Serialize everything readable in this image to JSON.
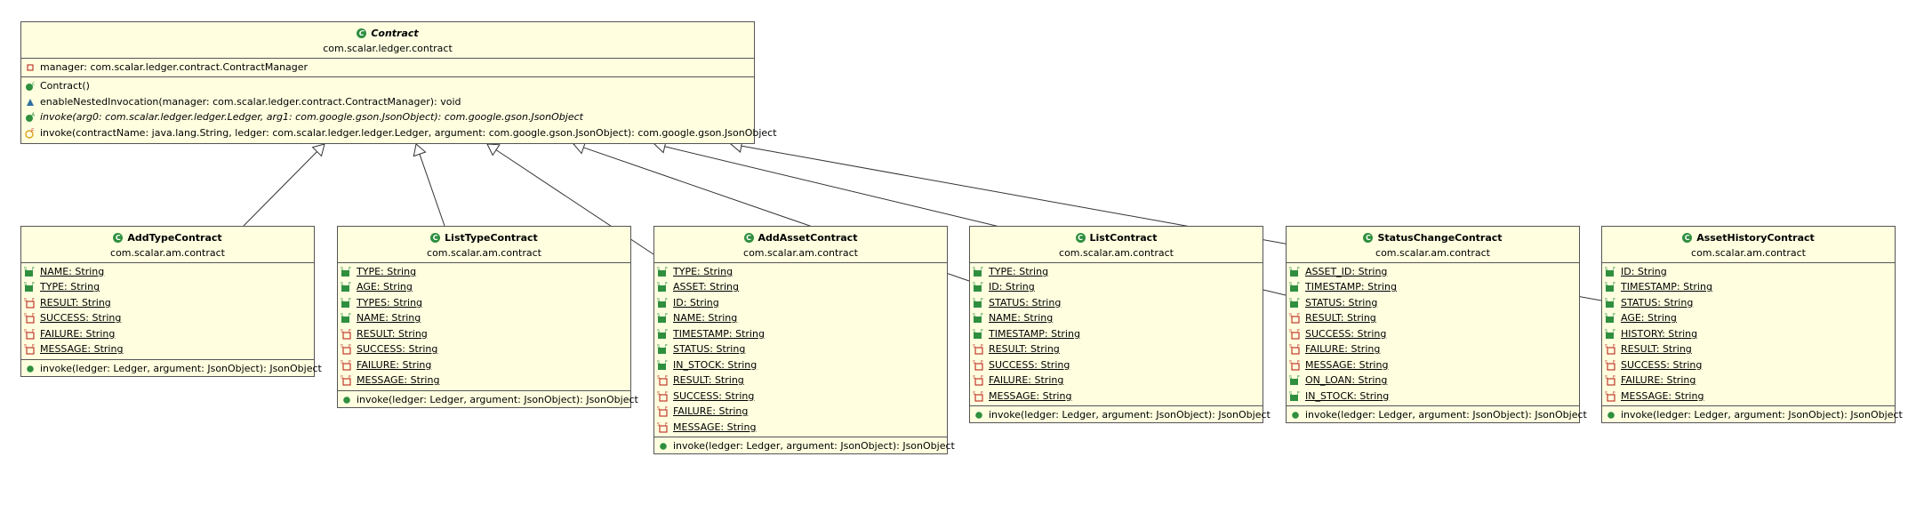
{
  "classes": {
    "contract": {
      "name": "Contract",
      "package": "com.scalar.ledger.contract",
      "fields": [
        {
          "text": "manager: com.scalar.ledger.contract.ContractManager",
          "icon": "private-field-icon"
        }
      ],
      "methods": [
        {
          "text": "Contract()",
          "icon": "constructor-icon"
        },
        {
          "text": "enableNestedInvocation(manager: com.scalar.ledger.contract.ContractManager): void",
          "icon": "protected-method-icon"
        },
        {
          "text": "invoke(arg0: com.scalar.ledger.ledger.Ledger, arg1: com.google.gson.JsonObject): com.google.gson.JsonObject",
          "icon": "abstract-method-icon"
        },
        {
          "text": "invoke(contractName: java.lang.String, ledger: com.scalar.ledger.ledger.Ledger, argument: com.google.gson.JsonObject): com.google.gson.JsonObject",
          "icon": "final-method-icon"
        }
      ]
    },
    "add_type_contract": {
      "name": "AddTypeContract",
      "package": "com.scalar.am.contract",
      "fields": [
        {
          "text": "NAME: String",
          "icon": "public-static-final-field-icon"
        },
        {
          "text": "TYPE: String",
          "icon": "public-static-final-field-icon"
        },
        {
          "text": "RESULT: String",
          "icon": "static-final-field-icon"
        },
        {
          "text": "SUCCESS: String",
          "icon": "static-final-field-icon"
        },
        {
          "text": "FAILURE: String",
          "icon": "static-final-field-icon"
        },
        {
          "text": "MESSAGE: String",
          "icon": "static-final-field-icon"
        }
      ],
      "methods": [
        {
          "text": "invoke(ledger: Ledger, argument: JsonObject): JsonObject",
          "icon": "public-method-icon"
        }
      ]
    },
    "list_type_contract": {
      "name": "ListTypeContract",
      "package": "com.scalar.am.contract",
      "fields": [
        {
          "text": "TYPE: String",
          "icon": "public-static-final-field-icon"
        },
        {
          "text": "AGE: String",
          "icon": "public-static-final-field-icon"
        },
        {
          "text": "TYPES: String",
          "icon": "public-static-final-field-icon"
        },
        {
          "text": "NAME: String",
          "icon": "public-static-final-field-icon"
        },
        {
          "text": "RESULT: String",
          "icon": "static-final-field-icon"
        },
        {
          "text": "SUCCESS: String",
          "icon": "static-final-field-icon"
        },
        {
          "text": "FAILURE: String",
          "icon": "static-final-field-icon"
        },
        {
          "text": "MESSAGE: String",
          "icon": "static-final-field-icon"
        }
      ],
      "methods": [
        {
          "text": "invoke(ledger: Ledger, argument: JsonObject): JsonObject",
          "icon": "public-method-icon"
        }
      ]
    },
    "add_asset_contract": {
      "name": "AddAssetContract",
      "package": "com.scalar.am.contract",
      "fields": [
        {
          "text": "TYPE: String",
          "icon": "public-static-final-field-icon"
        },
        {
          "text": "ASSET: String",
          "icon": "public-static-final-field-icon"
        },
        {
          "text": "ID: String",
          "icon": "public-static-final-field-icon"
        },
        {
          "text": "NAME: String",
          "icon": "public-static-final-field-icon"
        },
        {
          "text": "TIMESTAMP: String",
          "icon": "public-static-final-field-icon"
        },
        {
          "text": "STATUS: String",
          "icon": "public-static-final-field-icon"
        },
        {
          "text": "IN_STOCK: String",
          "icon": "public-static-final-field-icon"
        },
        {
          "text": "RESULT: String",
          "icon": "static-final-field-icon"
        },
        {
          "text": "SUCCESS: String",
          "icon": "static-final-field-icon"
        },
        {
          "text": "FAILURE: String",
          "icon": "static-final-field-icon"
        },
        {
          "text": "MESSAGE: String",
          "icon": "static-final-field-icon"
        }
      ],
      "methods": [
        {
          "text": "invoke(ledger: Ledger, argument: JsonObject): JsonObject",
          "icon": "public-method-icon"
        }
      ]
    },
    "list_contract": {
      "name": "ListContract",
      "package": "com.scalar.am.contract",
      "fields": [
        {
          "text": "TYPE: String",
          "icon": "public-static-final-field-icon"
        },
        {
          "text": "ID: String",
          "icon": "public-static-final-field-icon"
        },
        {
          "text": "STATUS: String",
          "icon": "public-static-final-field-icon"
        },
        {
          "text": "NAME: String",
          "icon": "public-static-final-field-icon"
        },
        {
          "text": "TIMESTAMP: String",
          "icon": "public-static-final-field-icon"
        },
        {
          "text": "RESULT: String",
          "icon": "static-final-field-icon"
        },
        {
          "text": "SUCCESS: String",
          "icon": "static-final-field-icon"
        },
        {
          "text": "FAILURE: String",
          "icon": "static-final-field-icon"
        },
        {
          "text": "MESSAGE: String",
          "icon": "static-final-field-icon"
        }
      ],
      "methods": [
        {
          "text": "invoke(ledger: Ledger, argument: JsonObject): JsonObject",
          "icon": "public-method-icon"
        }
      ]
    },
    "status_change_contract": {
      "name": "StatusChangeContract",
      "package": "com.scalar.am.contract",
      "fields": [
        {
          "text": "ASSET_ID: String",
          "icon": "public-static-final-field-icon"
        },
        {
          "text": "TIMESTAMP: String",
          "icon": "public-static-final-field-icon"
        },
        {
          "text": "STATUS: String",
          "icon": "public-static-final-field-icon"
        },
        {
          "text": "RESULT: String",
          "icon": "static-final-field-icon"
        },
        {
          "text": "SUCCESS: String",
          "icon": "static-final-field-icon"
        },
        {
          "text": "FAILURE: String",
          "icon": "static-final-field-icon"
        },
        {
          "text": "MESSAGE: String",
          "icon": "static-final-field-icon"
        },
        {
          "text": "ON_LOAN: String",
          "icon": "public-static-final-field-icon"
        },
        {
          "text": "IN_STOCK: String",
          "icon": "public-static-final-field-icon"
        }
      ],
      "methods": [
        {
          "text": "invoke(ledger: Ledger, argument: JsonObject): JsonObject",
          "icon": "public-method-icon"
        }
      ]
    },
    "asset_history_contract": {
      "name": "AssetHistoryContract",
      "package": "com.scalar.am.contract",
      "fields": [
        {
          "text": "ID: String",
          "icon": "public-static-final-field-icon"
        },
        {
          "text": "TIMESTAMP: String",
          "icon": "public-static-final-field-icon"
        },
        {
          "text": "STATUS: String",
          "icon": "public-static-final-field-icon"
        },
        {
          "text": "AGE: String",
          "icon": "public-static-final-field-icon"
        },
        {
          "text": "HISTORY: String",
          "icon": "public-static-final-field-icon"
        },
        {
          "text": "RESULT: String",
          "icon": "static-final-field-icon"
        },
        {
          "text": "SUCCESS: String",
          "icon": "static-final-field-icon"
        },
        {
          "text": "FAILURE: String",
          "icon": "static-final-field-icon"
        },
        {
          "text": "MESSAGE: String",
          "icon": "static-final-field-icon"
        }
      ],
      "methods": [
        {
          "text": "invoke(ledger: Ledger, argument: JsonObject): JsonObject",
          "icon": "public-method-icon"
        }
      ]
    }
  },
  "colors": {
    "box_fill": "#ffffe0",
    "box_border": "#555555",
    "icon_green": "#2f8f3f",
    "icon_red": "#c0392b",
    "icon_orange": "#e0a020",
    "edge": "#333333"
  }
}
